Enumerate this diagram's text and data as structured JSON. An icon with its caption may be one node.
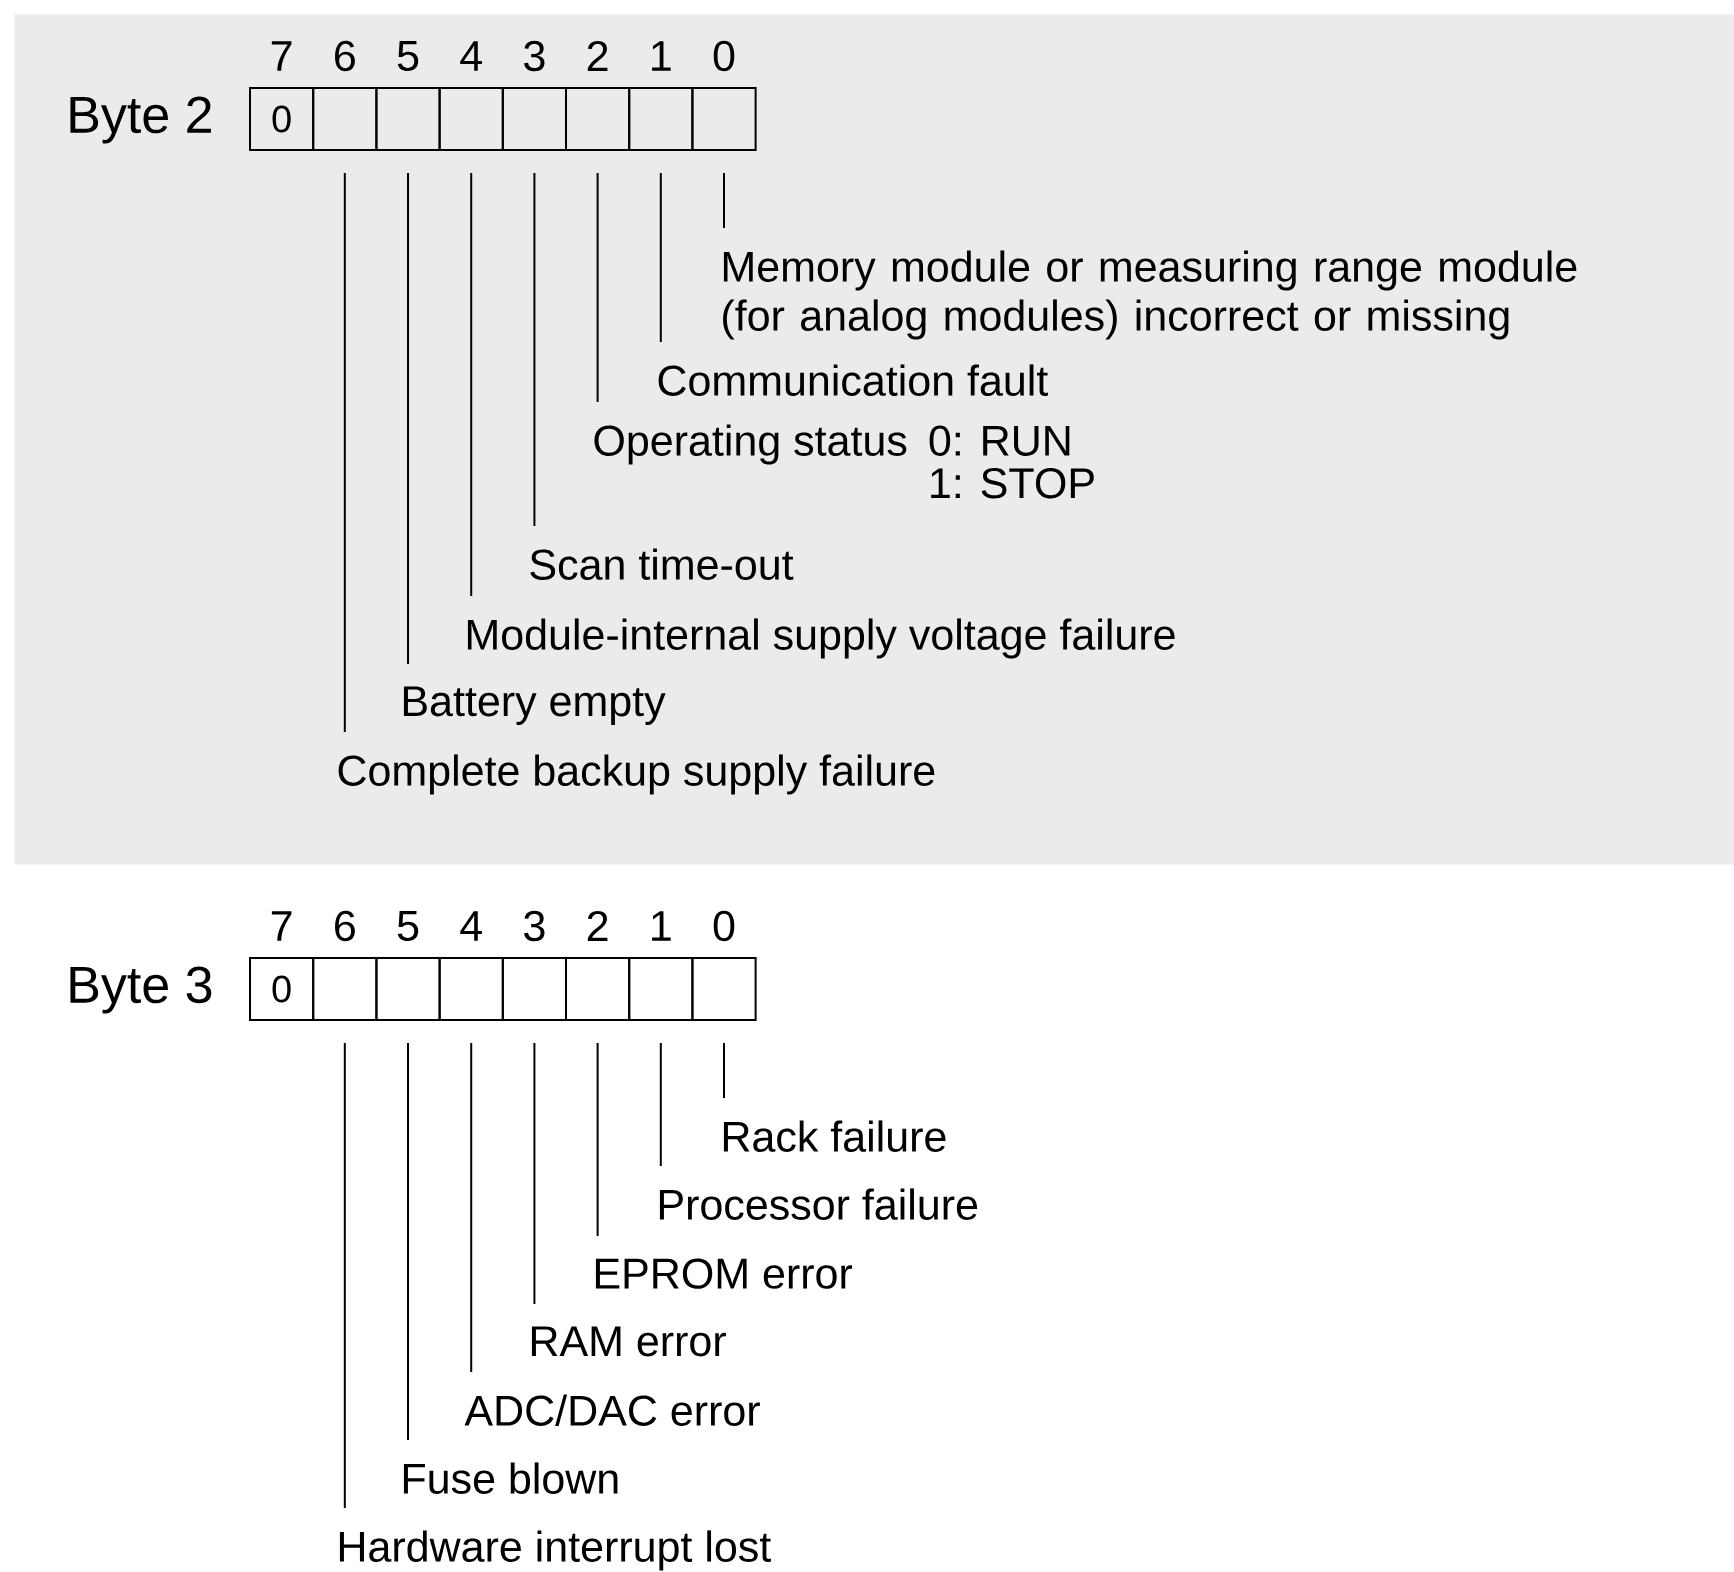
{
  "diagram": {
    "nodes": [
      {
        "text": [],
        "shape": "box"
      },
      {
        "text": [
          "0"
        ],
        "in": 0
      },
      {
        "text": [],
        "shape": "box",
        "in": 0
      },
      {
        "text": [],
        "shape": "box",
        "in": 0
      },
      {
        "text": [],
        "shape": "box",
        "in": 0
      },
      {
        "text": [],
        "shape": "box",
        "in": 0
      },
      {
        "text": [],
        "shape": "box",
        "in": 0
      },
      {
        "text": [],
        "shape": "box",
        "in": 0
      },
      {
        "text": [],
        "shape": "box",
        "in": 0
      },
      {
        "text": [
          "Memory module or measuring range module (for analog modules) incorrect or missing"
        ],
        "in": 0
      },
      {
        "text": [
          "Communication fault"
        ],
        "in": 0
      },
      {
        "text": [
          "Operating status",
          "0: RUN",
          "1: STOP"
        ],
        "in": 0
      },
      {
        "text": [
          "Scan time-out"
        ],
        "in": 0
      },
      {
        "text": [
          "Module-internal supply voltage failure"
        ],
        "in": 0
      },
      {
        "text": [
          "Battery empty"
        ],
        "in": 0
      },
      {
        "text": [
          "Complete backup supply failure"
        ],
        "in": 0
      },
      {
        "text": [
          "0"
        ]
      },
      {
        "text": [],
        "shape": "box"
      },
      {
        "text": [],
        "shape": "box"
      },
      {
        "text": [],
        "shape": "box"
      },
      {
        "text": [],
        "shape": "box"
      },
      {
        "text": [],
        "shape": "box"
      },
      {
        "text": [],
        "shape": "box"
      },
      {
        "text": [],
        "shape": "box"
      },
      {
        "text": [
          "Rack failure"
        ]
      },
      {
        "text": [
          "Processor failure"
        ]
      },
      {
        "text": [
          "EPROM error"
        ]
      },
      {
        "text": [
          "RAM error"
        ]
      },
      {
        "text": [
          "ADC/DAC error"
        ]
      },
      {
        "text": [
          "Fuse blown"
        ]
      },
      {
        "text": [
          "Hardware interrupt lost"
        ]
      }
    ],
    "edges": [
      {
        "from": 9,
        "to": 8,
        "arrow": "none"
      },
      {
        "from": 10,
        "to": 7,
        "arrow": "none"
      },
      {
        "from": 11,
        "to": 6,
        "arrow": "none"
      },
      {
        "from": 12,
        "to": 5,
        "arrow": "none"
      },
      {
        "from": 13,
        "to": 4,
        "arrow": "none"
      },
      {
        "from": 14,
        "to": 3,
        "arrow": "none"
      },
      {
        "from": 15,
        "to": 2,
        "arrow": "none"
      },
      {
        "from": 24,
        "to": 23,
        "arrow": "none"
      },
      {
        "from": 25,
        "to": 22,
        "arrow": "none"
      },
      {
        "from": 26,
        "to": 21,
        "arrow": "none"
      },
      {
        "from": 27,
        "to": 20,
        "arrow": "none"
      },
      {
        "from": 28,
        "to": 19,
        "arrow": "none"
      },
      {
        "from": 29,
        "to": 18,
        "arrow": "none"
      },
      {
        "from": 30,
        "to": 17,
        "arrow": "none"
      }
    ],
    "labels": [
      "Byte 2",
      "7",
      "6",
      "5",
      "4",
      "3",
      "2",
      "1",
      "0",
      "Byte 3",
      "7",
      "6",
      "5",
      "4",
      "3",
      "2",
      "1",
      "0"
    ]
  }
}
